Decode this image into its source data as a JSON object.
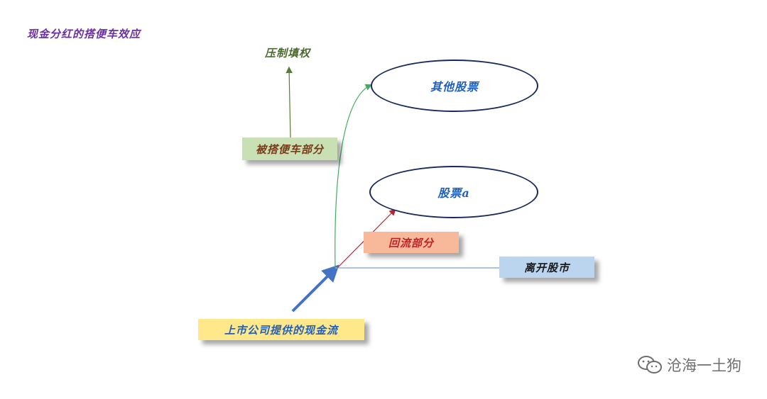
{
  "title": "现金分红的搭便车效应",
  "nodes": {
    "cash_flow": "上市公司提供的现金流",
    "free_ride": "被搭便车部分",
    "suppress": "压制填权",
    "other_stocks": "其他股票",
    "stock_a": "股票a",
    "reflow": "回流部分",
    "leave_market": "离开股市"
  },
  "colors": {
    "title": "#6b2fa0",
    "cash_flow_fill": "#ffe88a",
    "free_ride_fill": "#c9dfb4",
    "reflow_fill": "#f7b999",
    "leave_fill": "#bcd5ee",
    "green_arrow": "#3fae5e",
    "red_arrow": "#c0222a",
    "blue_arrow": "#4472c4",
    "light_blue_line": "#8fb0d8"
  },
  "watermark": "沧海一土狗"
}
